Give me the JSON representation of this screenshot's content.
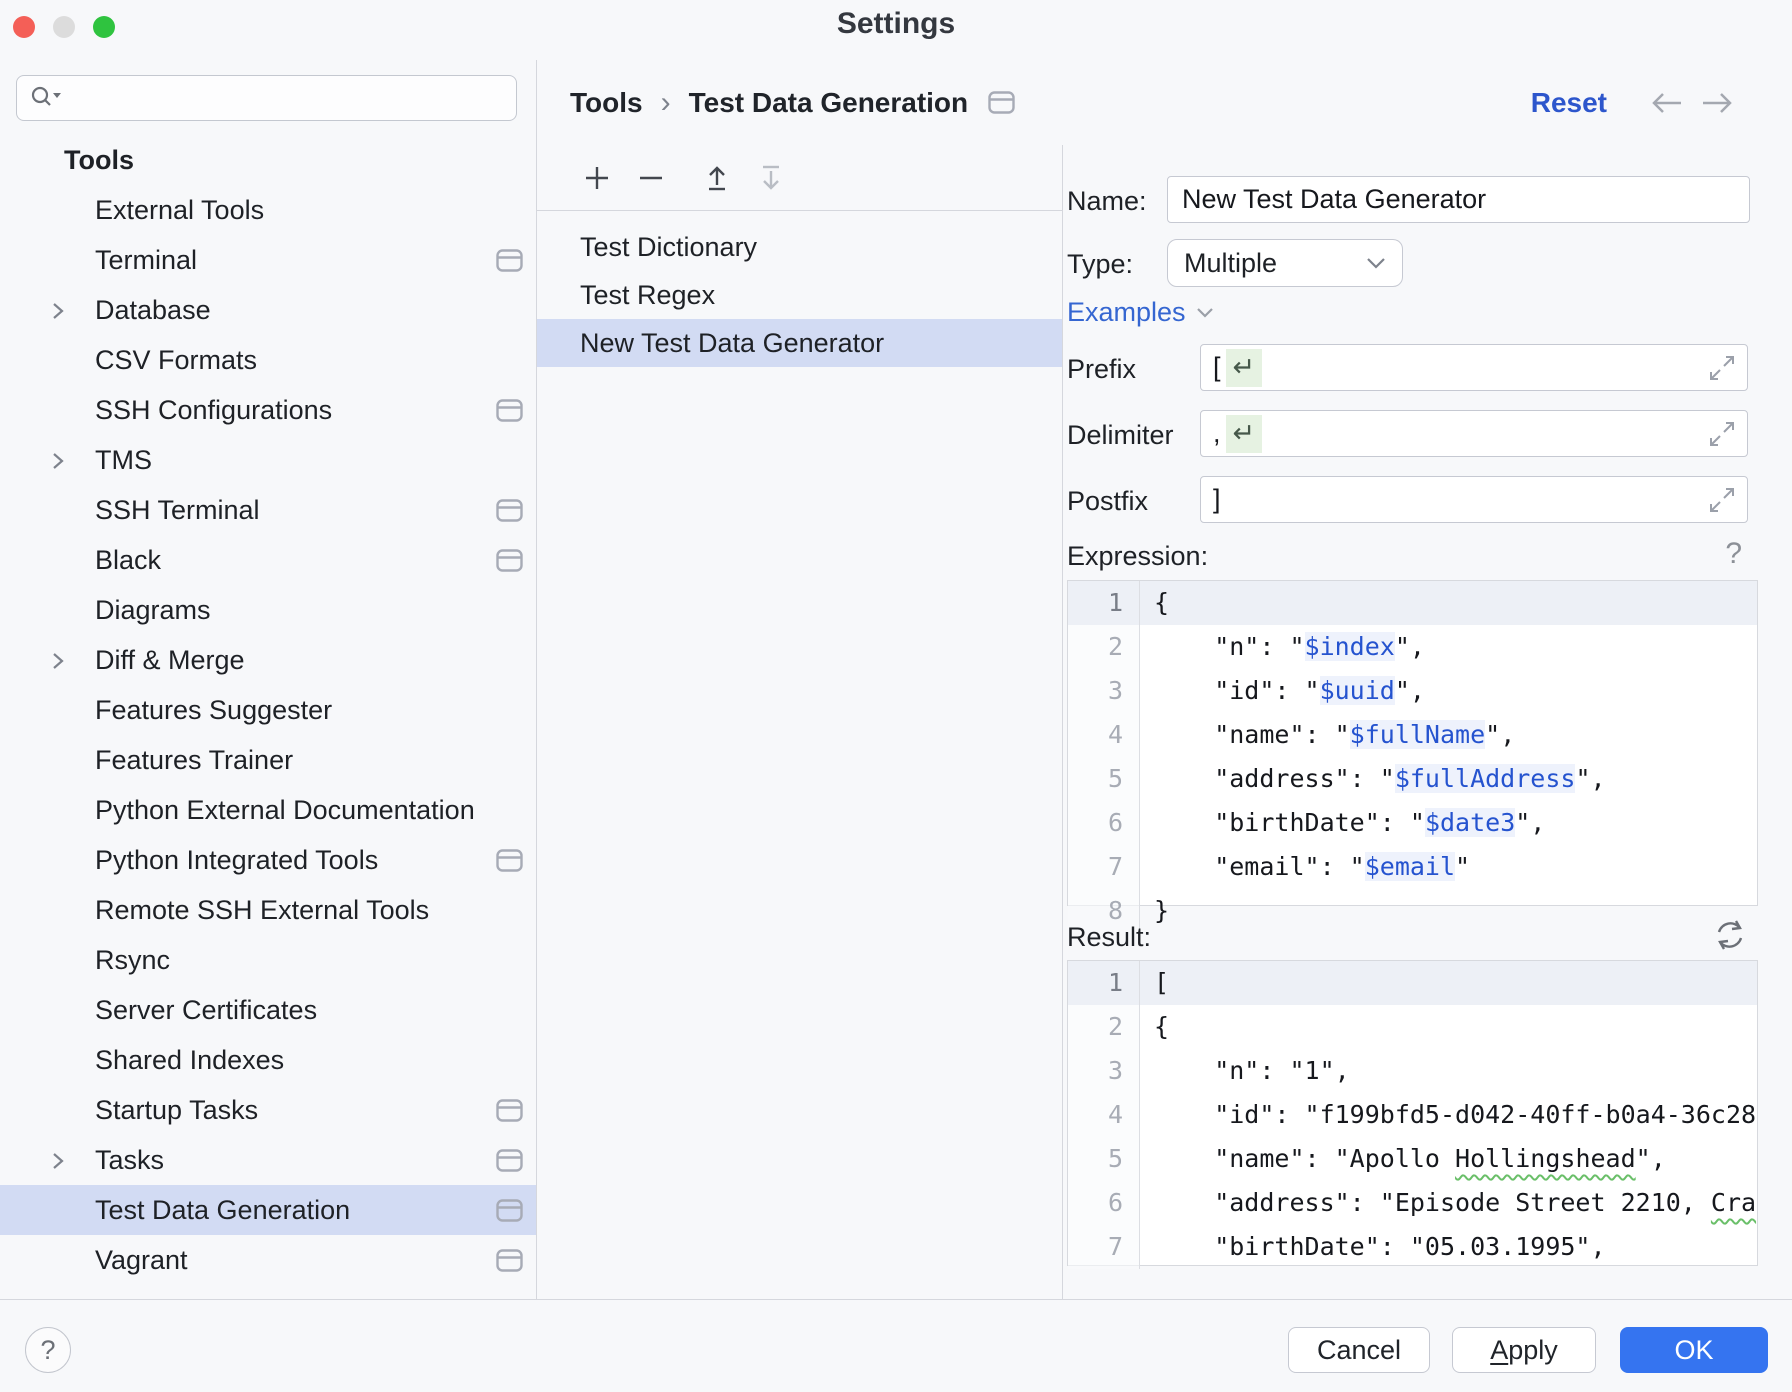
{
  "window": {
    "title": "Settings"
  },
  "icons": {
    "question": "?",
    "enter_symbol": "↵",
    "breadcrumb_separator": "›"
  },
  "sidebar": {
    "search": {
      "placeholder": ""
    },
    "root_label": "Tools",
    "items": [
      {
        "label": "External Tools"
      },
      {
        "label": "Terminal",
        "icon": true
      },
      {
        "label": "Database",
        "expandable": true
      },
      {
        "label": "CSV Formats"
      },
      {
        "label": "SSH Configurations",
        "icon": true
      },
      {
        "label": "TMS",
        "expandable": true
      },
      {
        "label": "SSH Terminal",
        "icon": true
      },
      {
        "label": "Black",
        "icon": true
      },
      {
        "label": "Diagrams"
      },
      {
        "label": "Diff & Merge",
        "expandable": true
      },
      {
        "label": "Features Suggester"
      },
      {
        "label": "Features Trainer"
      },
      {
        "label": "Python External Documentation"
      },
      {
        "label": "Python Integrated Tools",
        "icon": true
      },
      {
        "label": "Remote SSH External Tools"
      },
      {
        "label": "Rsync"
      },
      {
        "label": "Server Certificates"
      },
      {
        "label": "Shared Indexes"
      },
      {
        "label": "Startup Tasks",
        "icon": true
      },
      {
        "label": "Tasks",
        "expandable": true,
        "icon": true
      },
      {
        "label": "Test Data Generation",
        "icon": true,
        "selected": true
      },
      {
        "label": "Vagrant",
        "icon": true
      }
    ]
  },
  "header": {
    "breadcrumb": [
      "Tools",
      "Test Data Generation"
    ],
    "reset_label": "Reset"
  },
  "generator_list": {
    "items": [
      "Test Dictionary",
      "Test Regex",
      "New Test Data Generator"
    ],
    "selected_index": 2
  },
  "form": {
    "name_label": "Name:",
    "name_value": "New Test Data Generator",
    "type_label": "Type:",
    "type_value": "Multiple",
    "examples_label": "Examples",
    "prefix_label": "Prefix",
    "prefix_value": "[",
    "delimiter_label": "Delimiter",
    "delimiter_value": ",",
    "postfix_label": "Postfix",
    "postfix_value": "]"
  },
  "editors": {
    "expression": {
      "label": "Expression:",
      "active_line": 1,
      "lines": [
        {
          "num": "1",
          "parts": [
            {
              "t": "{"
            }
          ]
        },
        {
          "num": "2",
          "parts": [
            {
              "t": "    \"n\": \""
            },
            {
              "t": "$index",
              "c": "var"
            },
            {
              "t": "\","
            }
          ]
        },
        {
          "num": "3",
          "parts": [
            {
              "t": "    \"id\": \""
            },
            {
              "t": "$uuid",
              "c": "var"
            },
            {
              "t": "\","
            }
          ]
        },
        {
          "num": "4",
          "parts": [
            {
              "t": "    \"name\": \""
            },
            {
              "t": "$fullName",
              "c": "var"
            },
            {
              "t": "\","
            }
          ]
        },
        {
          "num": "5",
          "parts": [
            {
              "t": "    \"address\": \""
            },
            {
              "t": "$fullAddress",
              "c": "var"
            },
            {
              "t": "\","
            }
          ]
        },
        {
          "num": "6",
          "parts": [
            {
              "t": "    \"birthDate\": \""
            },
            {
              "t": "$date3",
              "c": "var"
            },
            {
              "t": "\","
            }
          ]
        },
        {
          "num": "7",
          "parts": [
            {
              "t": "    \"email\": \""
            },
            {
              "t": "$email",
              "c": "var"
            },
            {
              "t": "\""
            }
          ]
        },
        {
          "num": "8",
          "parts": [
            {
              "t": "}"
            }
          ]
        }
      ]
    },
    "result": {
      "label": "Result:",
      "active_line": 1,
      "lines": [
        {
          "num": "1",
          "parts": [
            {
              "t": "["
            }
          ]
        },
        {
          "num": "2",
          "parts": [
            {
              "t": "{"
            }
          ]
        },
        {
          "num": "3",
          "parts": [
            {
              "t": "    \"n\": \"1\","
            }
          ]
        },
        {
          "num": "4",
          "parts": [
            {
              "t": "    \"id\": \"f199bfd5-d042-40ff-b0a4-36c28"
            }
          ]
        },
        {
          "num": "5",
          "parts": [
            {
              "t": "    \"name\": \"Apollo "
            },
            {
              "t": "Hollingshead",
              "c": "sp"
            },
            {
              "t": "\","
            }
          ]
        },
        {
          "num": "6",
          "parts": [
            {
              "t": "    \"address\": \"Episode Street 2210, "
            },
            {
              "t": "Cra",
              "c": "sp"
            }
          ]
        },
        {
          "num": "7",
          "parts": [
            {
              "t": "    \"birthDate\": \"05.03.1995\","
            }
          ]
        }
      ]
    }
  },
  "footer": {
    "cancel_label": "Cancel",
    "apply_underlined": "A",
    "apply_rest": "pply",
    "ok_label": "OK"
  },
  "colors": {
    "accent": "#3574f0",
    "link_blue": "#2d56cc",
    "selection": "#d2dbf3",
    "variable_blue": "#2553cf",
    "enter_chip_bg": "#e6f2e2",
    "squiggle_green": "#6abf69"
  }
}
